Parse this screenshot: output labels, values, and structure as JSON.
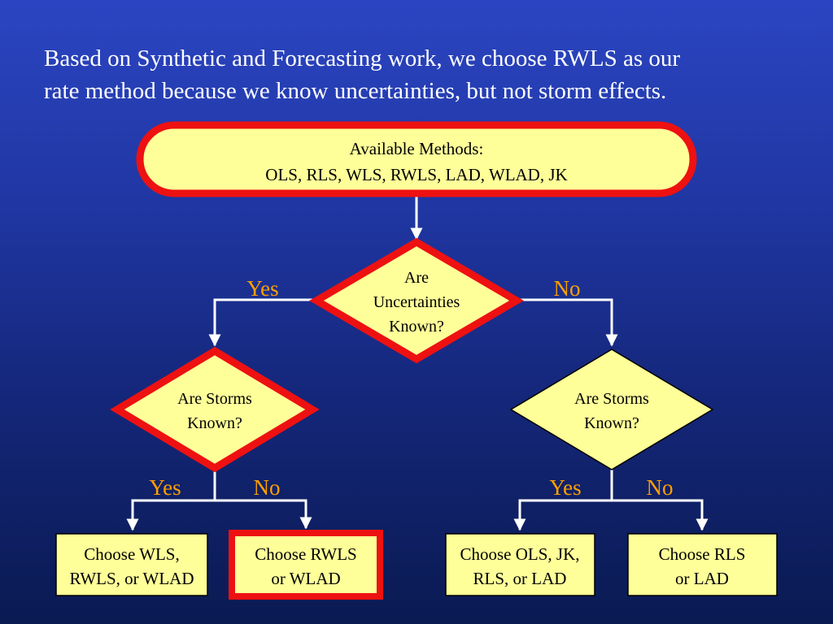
{
  "intro": {
    "line1": "Based on Synthetic and Forecasting work, we choose RWLS as our",
    "line2": "rate method because we know uncertainties, but not storm effects."
  },
  "start_node": {
    "line1": "Available Methods:",
    "line2": "OLS, RLS, WLS, RWLS, LAD, WLAD, JK"
  },
  "decision_uncertainties": {
    "line1": "Are",
    "line2": "Uncertainties",
    "line3": "Known?"
  },
  "decision_storms_left": {
    "line1": "Are Storms",
    "line2": "Known?"
  },
  "decision_storms_right": {
    "line1": "Are Storms",
    "line2": "Known?"
  },
  "labels": {
    "top_yes": "Yes",
    "top_no": "No",
    "left_yes": "Yes",
    "left_no": "No",
    "right_yes": "Yes",
    "right_no": "No"
  },
  "outcomes": [
    {
      "line1": "Choose WLS,",
      "line2": "RWLS, or WLAD",
      "selected": false
    },
    {
      "line1": "Choose RWLS",
      "line2": "or WLAD",
      "selected": true
    },
    {
      "line1": "Choose OLS, JK,",
      "line2": "RLS, or LAD",
      "selected": false
    },
    {
      "line1": "Choose RLS",
      "line2": "or LAD",
      "selected": false
    }
  ],
  "colors": {
    "node_fill": "#ffff99",
    "highlight_red": "#ee1111",
    "connector": "#ffffff",
    "label_orange": "#ffa000",
    "background_top": "#2b45c2",
    "background_bottom": "#0a1a52"
  }
}
